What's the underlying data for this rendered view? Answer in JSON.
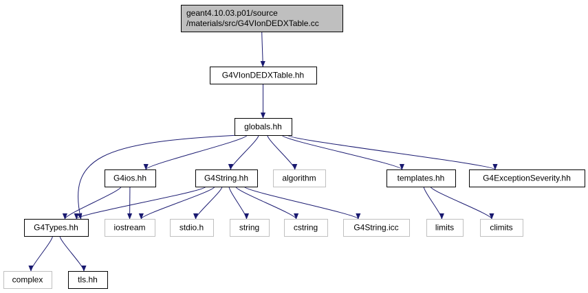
{
  "colors": {
    "root_fill": "#bfbfbf",
    "edge": "#191970",
    "border_local": "#000000",
    "border_system": "#bfbfbf",
    "background": "#ffffff"
  },
  "nodes": [
    {
      "id": "root",
      "lines": [
        "geant4.10.03.p01/source",
        "/materials/src/G4VIonDEDXTable.cc"
      ],
      "kind": "root"
    },
    {
      "id": "g4viondedxtable-hh",
      "lines": [
        "G4VIonDEDXTable.hh"
      ],
      "kind": "local"
    },
    {
      "id": "globals-hh",
      "lines": [
        "globals.hh"
      ],
      "kind": "local"
    },
    {
      "id": "g4ios-hh",
      "lines": [
        "G4ios.hh"
      ],
      "kind": "local"
    },
    {
      "id": "g4string-hh",
      "lines": [
        "G4String.hh"
      ],
      "kind": "local"
    },
    {
      "id": "algorithm",
      "lines": [
        "algorithm"
      ],
      "kind": "system"
    },
    {
      "id": "templates-hh",
      "lines": [
        "templates.hh"
      ],
      "kind": "local"
    },
    {
      "id": "g4exceptionseverity-hh",
      "lines": [
        "G4ExceptionSeverity.hh"
      ],
      "kind": "local"
    },
    {
      "id": "g4types-hh",
      "lines": [
        "G4Types.hh"
      ],
      "kind": "local"
    },
    {
      "id": "iostream",
      "lines": [
        "iostream"
      ],
      "kind": "system"
    },
    {
      "id": "stdio-h",
      "lines": [
        "stdio.h"
      ],
      "kind": "system"
    },
    {
      "id": "string",
      "lines": [
        "string"
      ],
      "kind": "system"
    },
    {
      "id": "cstring",
      "lines": [
        "cstring"
      ],
      "kind": "system"
    },
    {
      "id": "g4string-icc",
      "lines": [
        "G4String.icc"
      ],
      "kind": "system"
    },
    {
      "id": "limits",
      "lines": [
        "limits"
      ],
      "kind": "system"
    },
    {
      "id": "climits",
      "lines": [
        "climits"
      ],
      "kind": "system"
    },
    {
      "id": "complex",
      "lines": [
        "complex"
      ],
      "kind": "system"
    },
    {
      "id": "tls-hh",
      "lines": [
        "tls.hh"
      ],
      "kind": "local"
    }
  ],
  "edges": [
    {
      "from": "root",
      "to": "g4viondedxtable-hh"
    },
    {
      "from": "g4viondedxtable-hh",
      "to": "globals-hh"
    },
    {
      "from": "globals-hh",
      "to": "g4types-hh"
    },
    {
      "from": "globals-hh",
      "to": "g4ios-hh"
    },
    {
      "from": "globals-hh",
      "to": "g4string-hh"
    },
    {
      "from": "globals-hh",
      "to": "algorithm"
    },
    {
      "from": "globals-hh",
      "to": "templates-hh"
    },
    {
      "from": "globals-hh",
      "to": "g4exceptionseverity-hh"
    },
    {
      "from": "g4ios-hh",
      "to": "g4types-hh"
    },
    {
      "from": "g4ios-hh",
      "to": "iostream"
    },
    {
      "from": "g4string-hh",
      "to": "g4types-hh"
    },
    {
      "from": "g4string-hh",
      "to": "iostream"
    },
    {
      "from": "g4string-hh",
      "to": "stdio-h"
    },
    {
      "from": "g4string-hh",
      "to": "string"
    },
    {
      "from": "g4string-hh",
      "to": "cstring"
    },
    {
      "from": "g4string-hh",
      "to": "g4string-icc"
    },
    {
      "from": "templates-hh",
      "to": "limits"
    },
    {
      "from": "templates-hh",
      "to": "climits"
    },
    {
      "from": "g4types-hh",
      "to": "complex"
    },
    {
      "from": "g4types-hh",
      "to": "tls-hh"
    }
  ]
}
